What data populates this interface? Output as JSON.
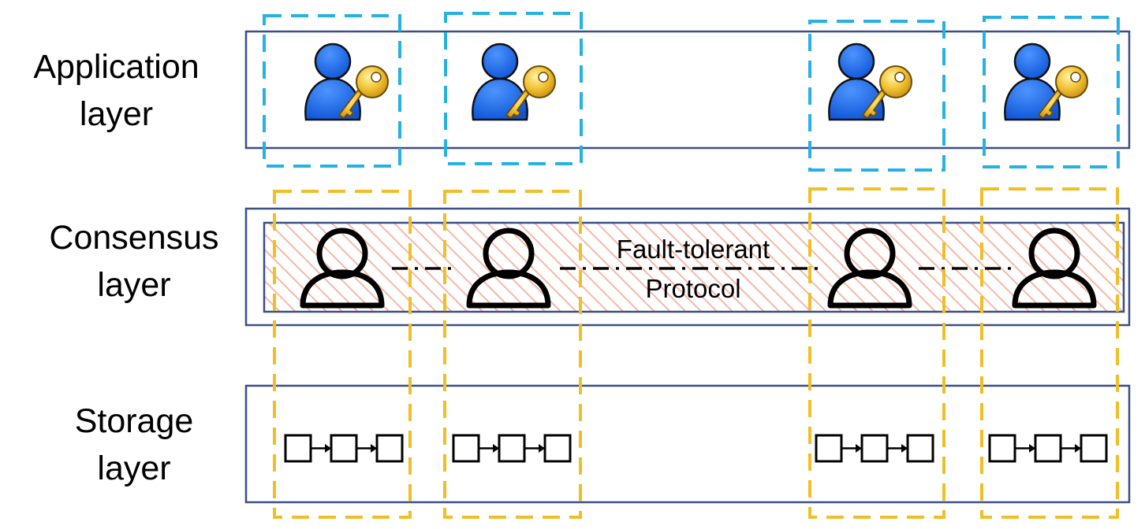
{
  "layers": [
    {
      "id": "application",
      "label": "Application\nlayer"
    },
    {
      "id": "consensus",
      "label": "Consensus\nlayer"
    },
    {
      "id": "storage",
      "label": "Storage\nlayer"
    }
  ],
  "protocol": {
    "line1": "Fault-tolerant",
    "line2": "Protocol"
  },
  "node_count": 4,
  "icons": {
    "application": "user-with-key-icon",
    "consensus": "user-outline-icon",
    "storage": "blockchain-chain-icon"
  },
  "colors": {
    "layer_border": "#3b4f86",
    "app_group": "#25b1e2",
    "node_group": "#f0be27",
    "user_fill": "#1f6fe8",
    "key_fill": "#f0c232",
    "hatch": "#f6b8a6"
  }
}
